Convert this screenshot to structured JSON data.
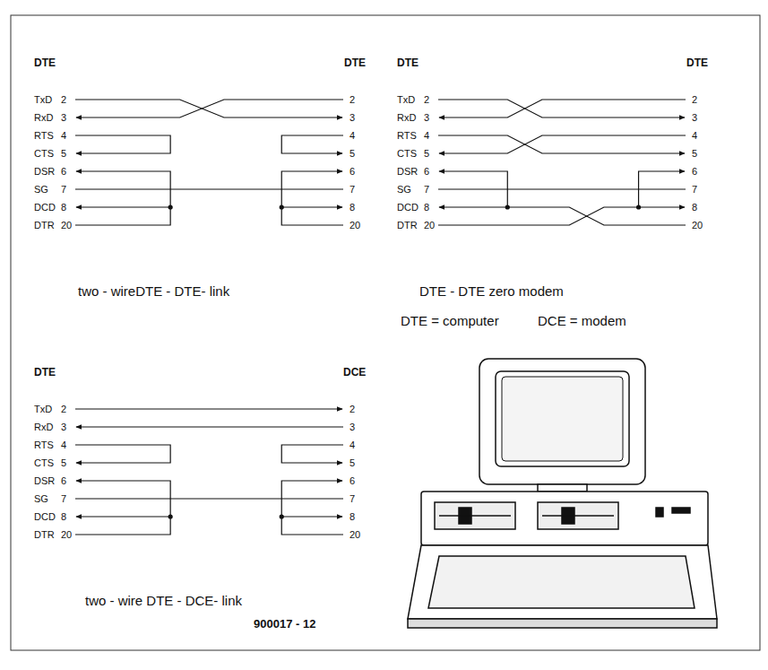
{
  "diagram": {
    "labels": [
      "DTE",
      "DTE",
      "TxD",
      "2",
      "RxD",
      "3",
      "RTS",
      "4",
      "CTS",
      "5",
      "DSR",
      "6",
      "SG",
      "7",
      "DCD",
      "8",
      "DTR",
      "20",
      "2",
      "3",
      "4",
      "5",
      "6",
      "7",
      "8",
      "20",
      "two - wireDTE - DTE- link",
      "DTE",
      "DTE",
      "TxD",
      "2",
      "RxD",
      "3",
      "RTS",
      "4",
      "CTS",
      "5",
      "DSR",
      "6",
      "SG",
      "7",
      "DCD",
      "8",
      "DTR",
      "20",
      "2",
      "3",
      "4",
      "5",
      "6",
      "7",
      "8",
      "20",
      "DTE - DTE zero modem",
      "DTE = computer",
      "DCE = modem",
      "DTE",
      "DCE",
      "TxD",
      "2",
      "RxD",
      "3",
      "RTS",
      "4",
      "CTS",
      "5",
      "DSR",
      "6",
      "SG",
      "7",
      "DCD",
      "8",
      "DTR",
      "20",
      "2",
      "3",
      "4",
      "5",
      "6",
      "7",
      "8",
      "20",
      "two - wire DTE - DCE- link",
      "900017 - 12"
    ]
  }
}
